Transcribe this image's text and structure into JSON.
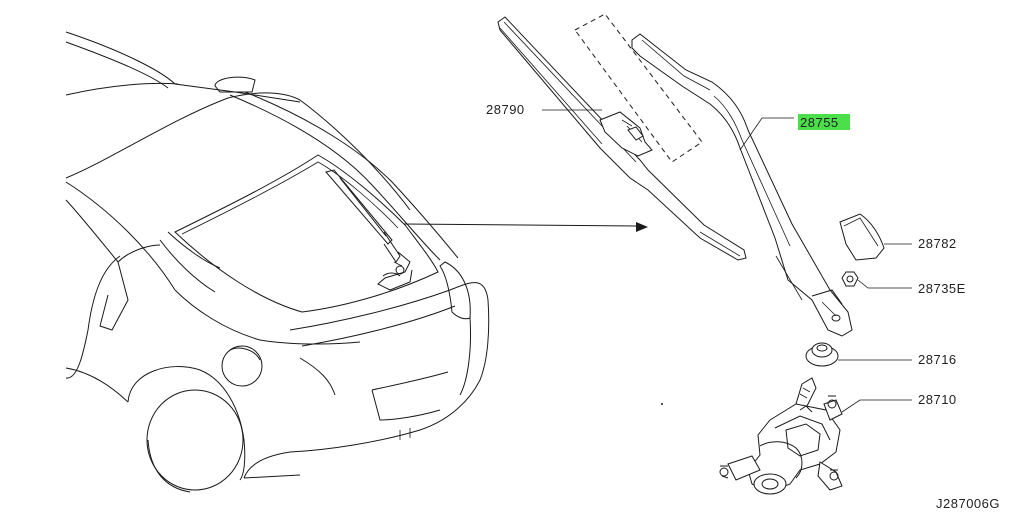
{
  "labels": {
    "blade": "28790",
    "arm": "28755",
    "cap": "28782",
    "nut": "28735E",
    "seal": "28716",
    "motor": "28710",
    "diagram_id": "J287006G"
  },
  "colors": {
    "highlight": "#4be04b",
    "line": "#1a1a1a",
    "background": "#ffffff"
  }
}
